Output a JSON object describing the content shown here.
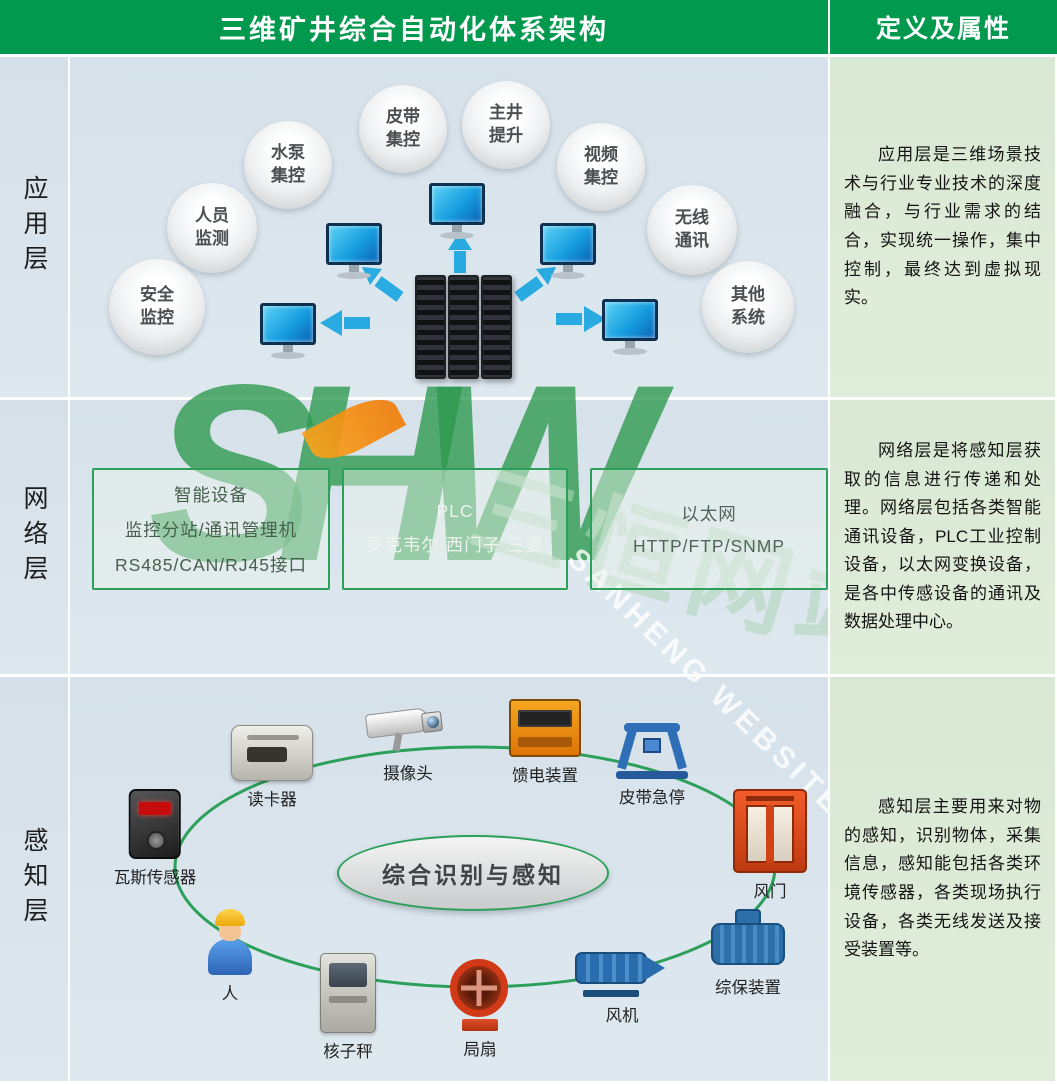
{
  "header": {
    "title": "三维矿井综合自动化体系架构",
    "right_title": "定义及属性"
  },
  "layers": [
    {
      "name": "应用层",
      "description": "应用层是三维场景技术与行业专业技术的深度融合，与行业需求的结合，实现统一操作，集中控制，最终达到虚拟现实。"
    },
    {
      "name": "网络层",
      "description": "网络层是将感知层获取的信息进行传递和处理。网络层包括各类智能通讯设备，PLC工业控制设备，以太网变换设备，是各中传感设备的通讯及数据处理中心。"
    },
    {
      "name": "感知层",
      "description": "感知层主要用来对物的感知，识别物体，采集信息，感知能包括各类环境传感器，各类现场执行设备，各类无线发送及接受装置等。"
    }
  ],
  "application": {
    "bubbles": [
      {
        "label": "安全\n监控"
      },
      {
        "label": "人员\n监测"
      },
      {
        "label": "水泵\n集控"
      },
      {
        "label": "皮带\n集控"
      },
      {
        "label": "主井\n提升"
      },
      {
        "label": "视频\n集控"
      },
      {
        "label": "无线\n通讯"
      },
      {
        "label": "其他\n系统"
      }
    ]
  },
  "network": {
    "boxes": [
      {
        "line1": "智能设备",
        "line2": "监控分站/通讯管理机",
        "line3": "RS485/CAN/RJ45接口"
      },
      {
        "line1": "PLC",
        "line2": "罗克韦尔 西门子 三菱"
      },
      {
        "line1": "以太网",
        "line2": "HTTP/FTP/SNMP"
      }
    ]
  },
  "perception": {
    "center_label": "综合识别与感知",
    "devices": [
      {
        "label": "瓦斯传感器"
      },
      {
        "label": "读卡器"
      },
      {
        "label": "摄像头"
      },
      {
        "label": "馈电装置"
      },
      {
        "label": "皮带急停"
      },
      {
        "label": "风门"
      },
      {
        "label": "综保装置"
      },
      {
        "label": "风机"
      },
      {
        "label": "局扇"
      },
      {
        "label": "核子秤"
      },
      {
        "label": "人"
      }
    ]
  },
  "watermark": {
    "logo": "SHW",
    "site_name": "三恒网站",
    "site_name_en": "SANHENG WEBSITE"
  }
}
